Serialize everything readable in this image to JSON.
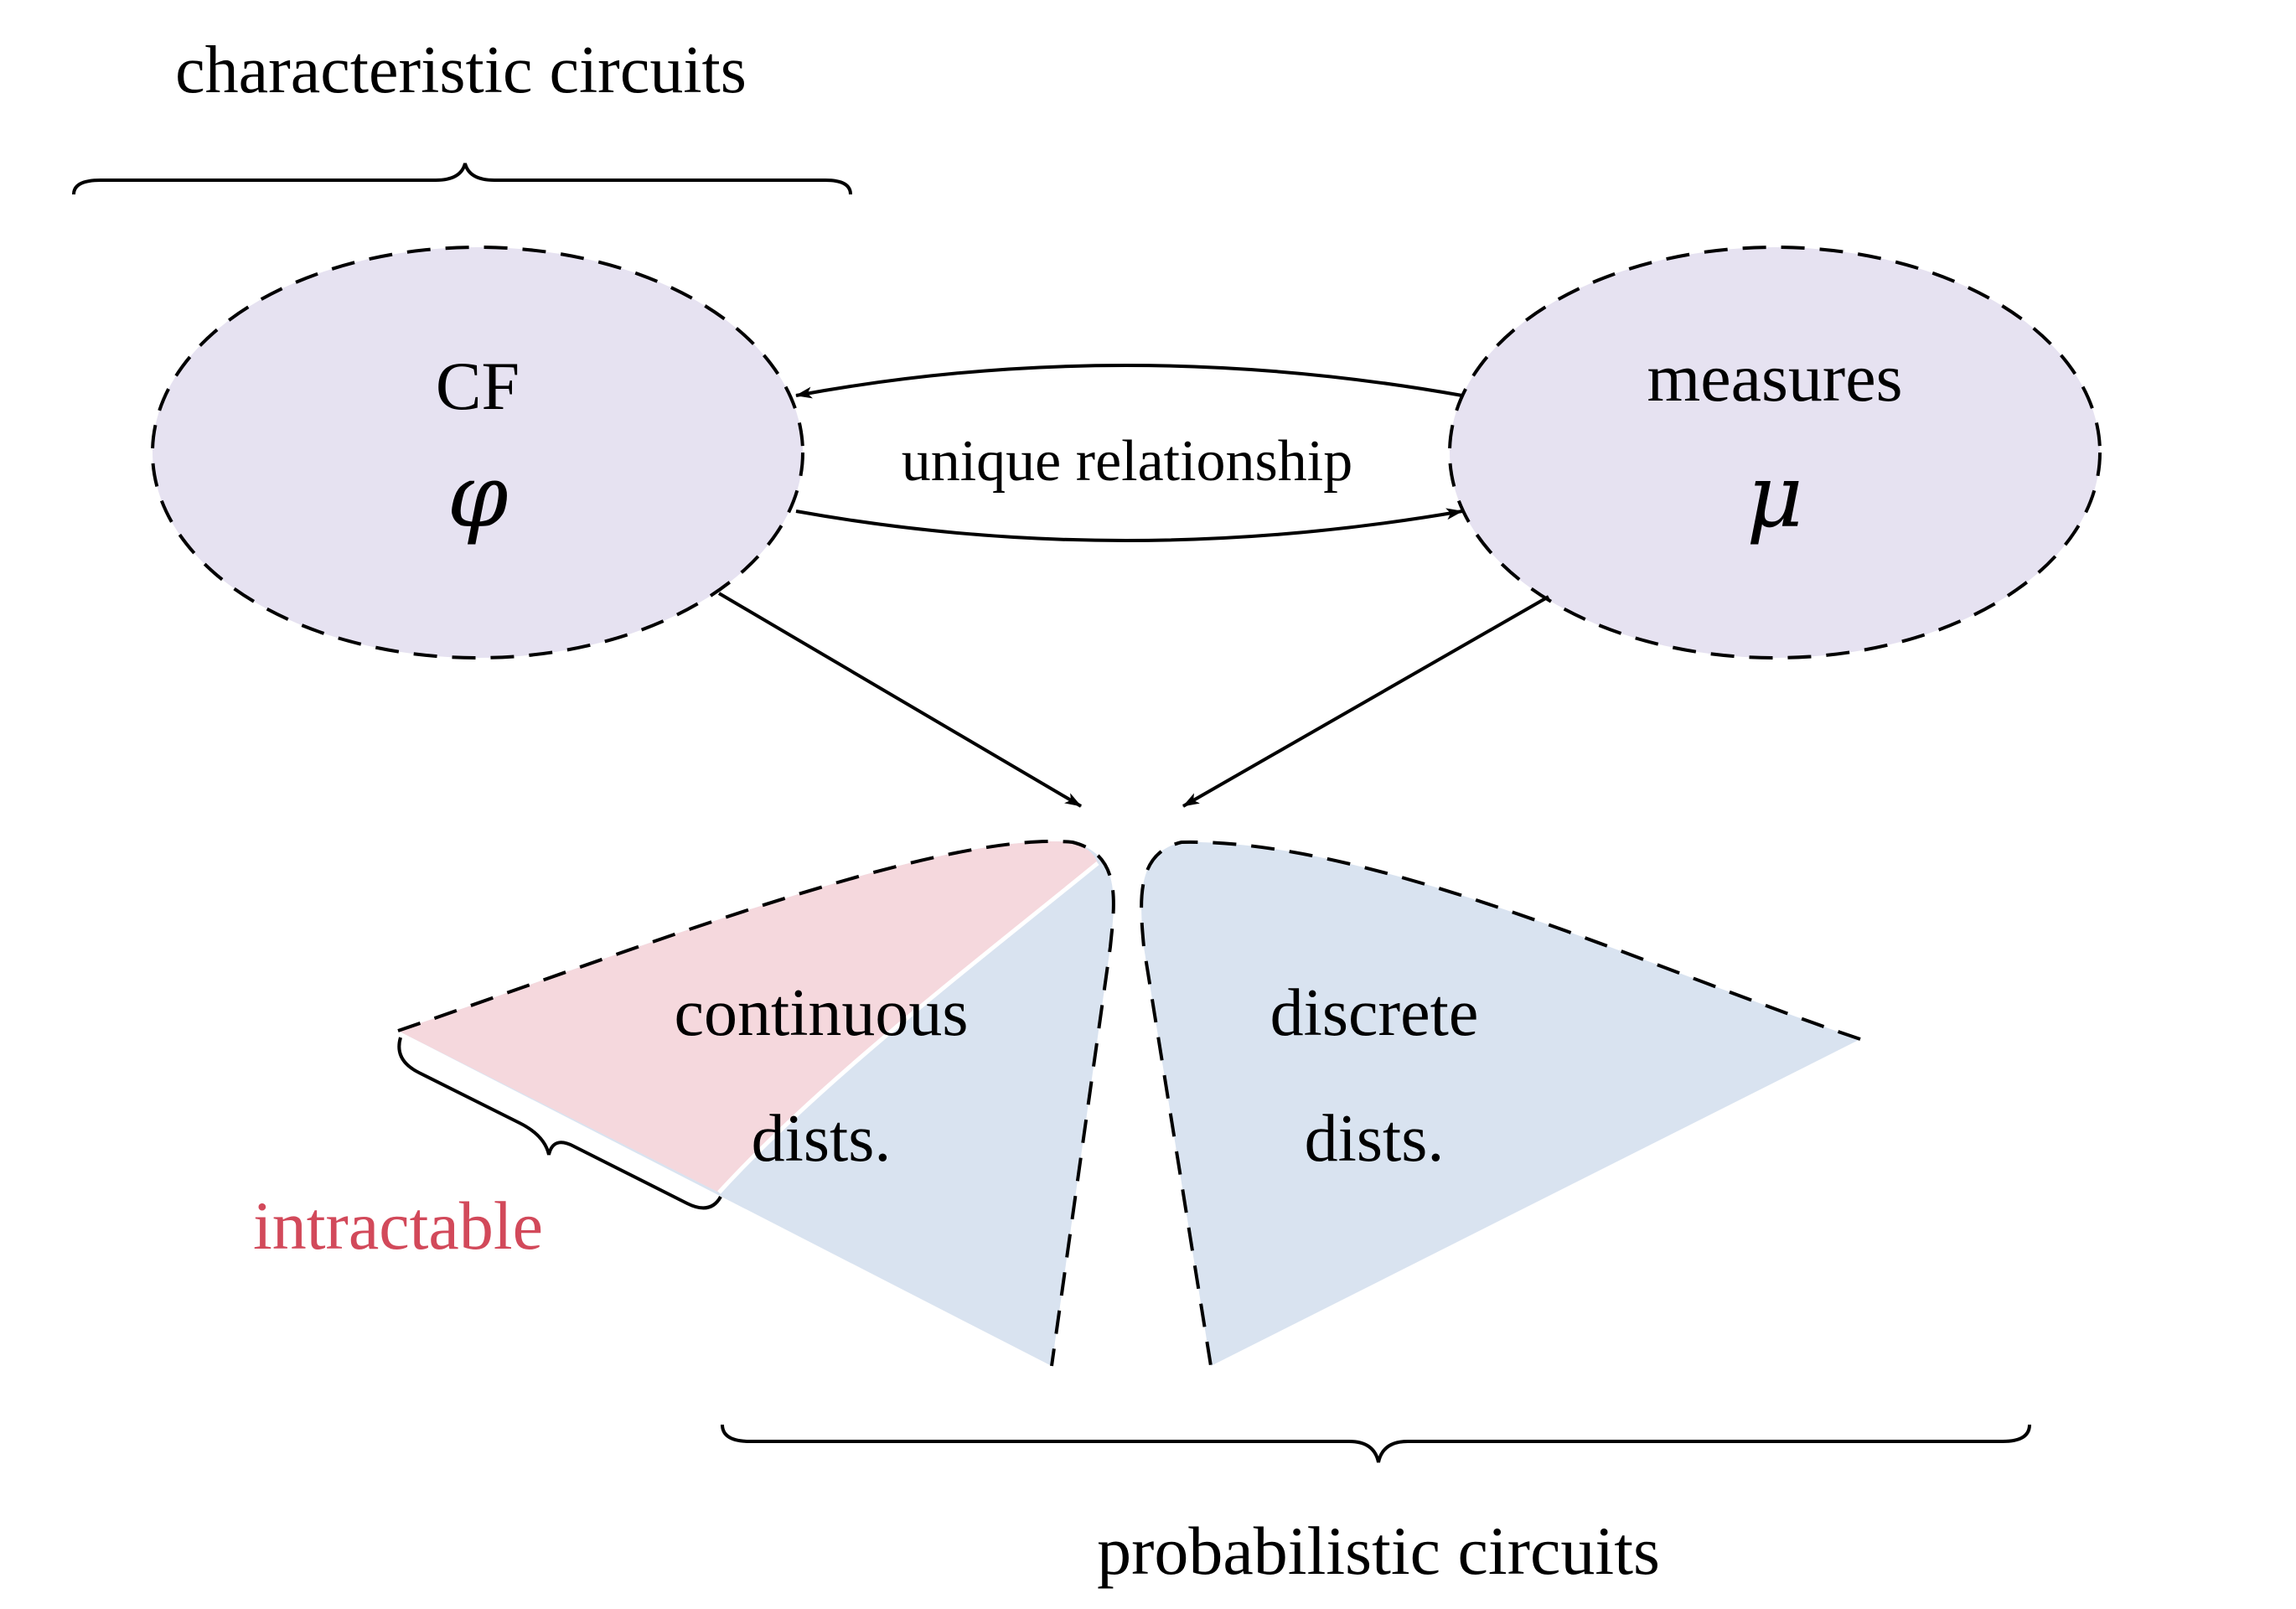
{
  "labels": {
    "characteristic_circuits": "characteristic circuits",
    "probabilistic_circuits": "probabilistic circuits",
    "cf": "CF",
    "phi": "φ",
    "measures": "measures",
    "mu": "μ",
    "unique_relationship": "unique relationship",
    "continuous_line1": "continuous",
    "continuous_line2": "dists.",
    "discrete_line1": "discrete",
    "discrete_line2": "dists.",
    "intractable": "intractable"
  },
  "colors": {
    "ellipse_fill": "#e6e2f1",
    "dist_fill": "#d9e3f0",
    "intractable_fill": "#f5d8dd",
    "intractable_text": "#d2495a",
    "stroke": "#000000"
  }
}
